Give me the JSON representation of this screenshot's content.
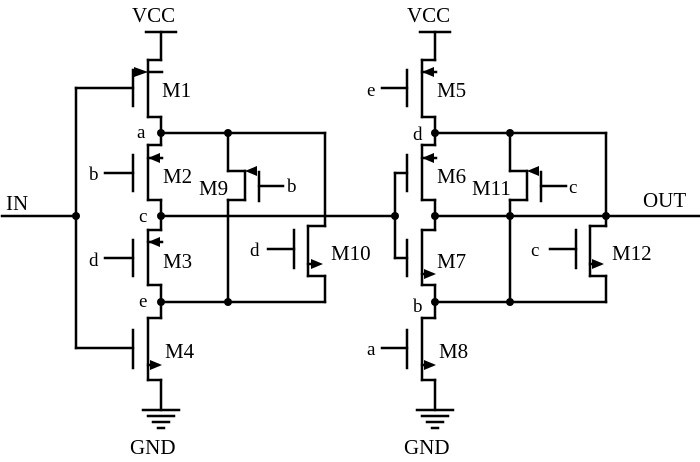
{
  "rails": {
    "vcc_left": "VCC",
    "vcc_right": "VCC",
    "gnd_left": "GND",
    "gnd_right": "GND"
  },
  "ports": {
    "input": "IN",
    "output": "OUT"
  },
  "transistors": {
    "m1": "M1",
    "m2": "M2",
    "m3": "M3",
    "m4": "M4",
    "m5": "M5",
    "m6": "M6",
    "m7": "M7",
    "m8": "M8",
    "m9": "M9",
    "m10": "M10",
    "m11": "M11",
    "m12": "M12"
  },
  "gate_inputs": {
    "m2": "b",
    "m3": "d",
    "m5": "e",
    "m8": "a",
    "m9": "b",
    "m10": "d",
    "m11": "c",
    "m12": "c"
  },
  "node_labels": {
    "a": "a",
    "c": "c",
    "e": "e",
    "d": "d",
    "b": "b"
  }
}
